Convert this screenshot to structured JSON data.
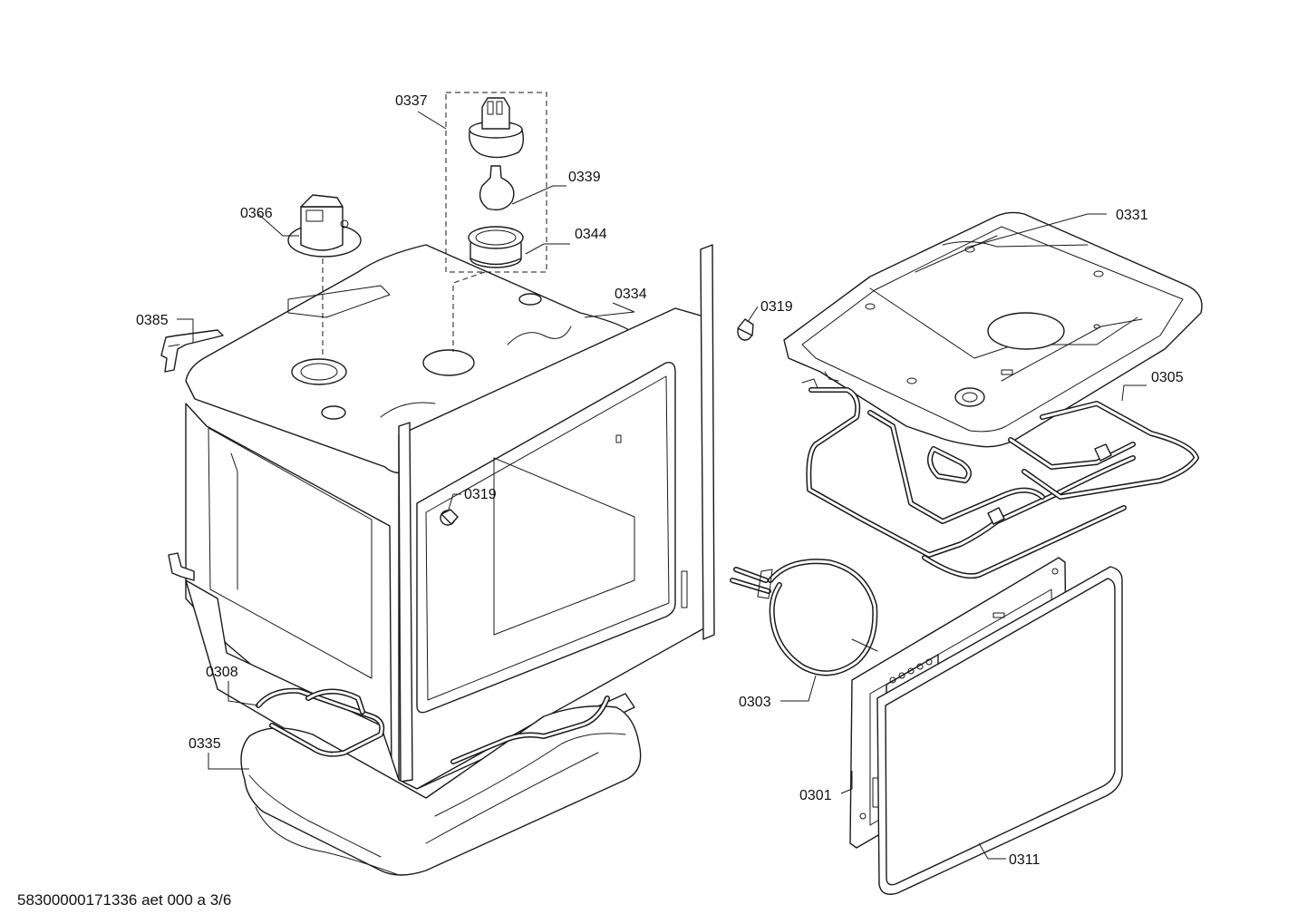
{
  "diagram": {
    "callouts": {
      "c0337": "0337",
      "c0339": "0339",
      "c0344": "0344",
      "c0366": "0366",
      "c0331": "0331",
      "c0385": "0385",
      "c0334": "0334",
      "c0319a": "0319",
      "c0319b": "0319",
      "c0305": "0305",
      "c0308": "0308",
      "c0335": "0335",
      "c0303": "0303",
      "c0301": "0301",
      "c0311": "0311"
    },
    "footer": "58300000171336 aet 000 a 3/6"
  }
}
